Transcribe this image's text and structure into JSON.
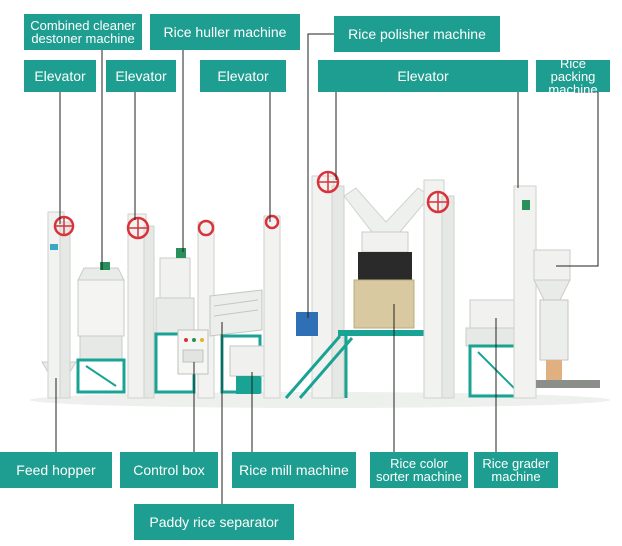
{
  "colors": {
    "label_bg": "#1e9e90",
    "label_text": "#ffffff",
    "leader": "#222222",
    "machine_white": "#f2f3f1",
    "frame_teal": "#19a394",
    "pulley_red": "#d8323a",
    "sorter_olive": "#d8c9a0"
  },
  "labels": {
    "combined_cleaner": "Combined cleaner destoner machine",
    "elevator_1": "Elevator",
    "elevator_2": "Elevator",
    "rice_huller": "Rice huller machine",
    "elevator_3": "Elevator",
    "rice_polisher": "Rice polisher machine",
    "elevator_4": "Elevator",
    "rice_packing": "Rice packing machine",
    "feed_hopper": "Feed hopper",
    "control_box": "Control box",
    "rice_mill": "Rice mill machine",
    "rice_color_sorter": "Rice color sorter machine",
    "rice_grader": "Rice grader machine",
    "paddy_separator": "Paddy rice separator"
  }
}
